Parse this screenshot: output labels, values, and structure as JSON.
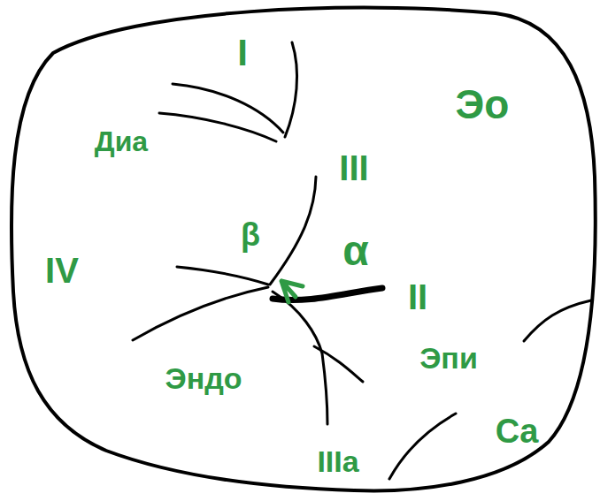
{
  "diagram": {
    "labels": [
      "I",
      "Эо",
      "Диа",
      "III",
      "β",
      "α",
      "IV",
      "II",
      "Эндо",
      "Эпи",
      "Ca",
      "IIIa"
    ]
  }
}
